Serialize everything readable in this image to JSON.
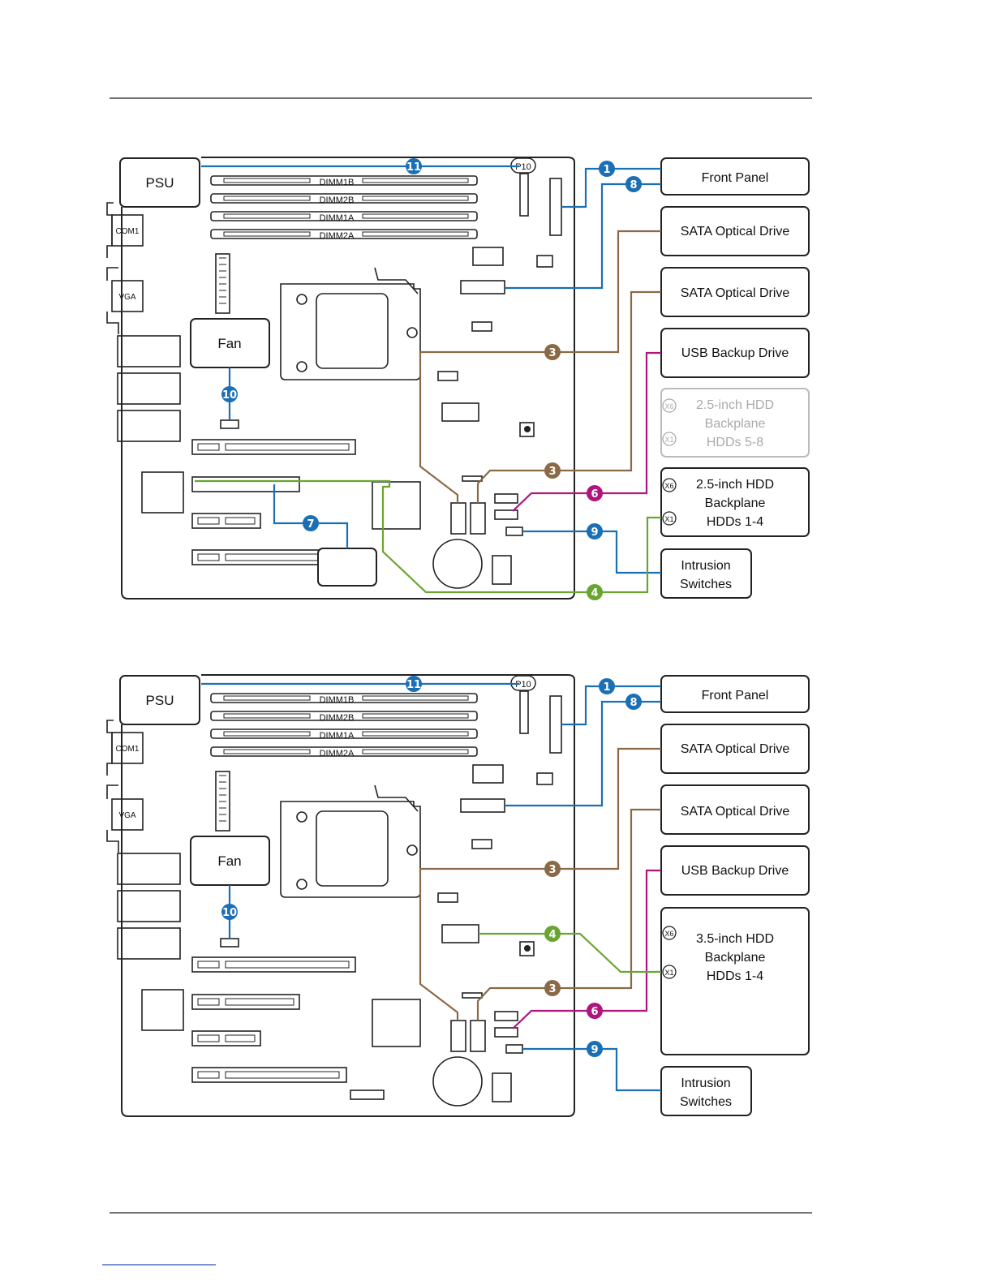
{
  "diagram1": {
    "psu": "PSU",
    "com": "COM1",
    "vga": "VGA",
    "fan": "Fan",
    "p10": "P10",
    "dimms": [
      "DIMM1B",
      "DIMM2B",
      "DIMM1A",
      "DIMM2A"
    ],
    "boxes": {
      "front_panel": "Front Panel",
      "sata1": "SATA Optical Drive",
      "sata2": "SATA Optical Drive",
      "usb": "USB Backup Drive",
      "backplane58": [
        "2.5-inch HDD",
        "Backplane",
        "HDDs 5-8"
      ],
      "backplane14": [
        "2.5-inch HDD",
        "Backplane",
        "HDDs 1-4"
      ],
      "intrusion": [
        "Intrusion",
        "Switches"
      ],
      "x6": "X6",
      "x1": "X1"
    },
    "callouts": [
      "1",
      "8",
      "11",
      "3",
      "3",
      "10",
      "6",
      "7",
      "9",
      "4"
    ]
  },
  "diagram2": {
    "psu": "PSU",
    "com": "COM1",
    "vga": "VGA",
    "fan": "Fan",
    "p10": "P10",
    "dimms": [
      "DIMM1B",
      "DIMM2B",
      "DIMM1A",
      "DIMM2A"
    ],
    "boxes": {
      "front_panel": "Front Panel",
      "sata1": "SATA Optical Drive",
      "sata2": "SATA Optical Drive",
      "usb": "USB Backup Drive",
      "backplane14": [
        "3.5-inch HDD",
        "Backplane",
        "HDDs 1-4"
      ],
      "intrusion": [
        "Intrusion",
        "Switches"
      ],
      "x6": "X6",
      "x1": "X1"
    },
    "callouts": [
      "1",
      "8",
      "11",
      "3",
      "4",
      "3",
      "10",
      "6",
      "9"
    ]
  },
  "colors": {
    "blue": "#1a6fb5",
    "brown": "#8a6a46",
    "magenta": "#b0157d",
    "green": "#6aa531"
  }
}
